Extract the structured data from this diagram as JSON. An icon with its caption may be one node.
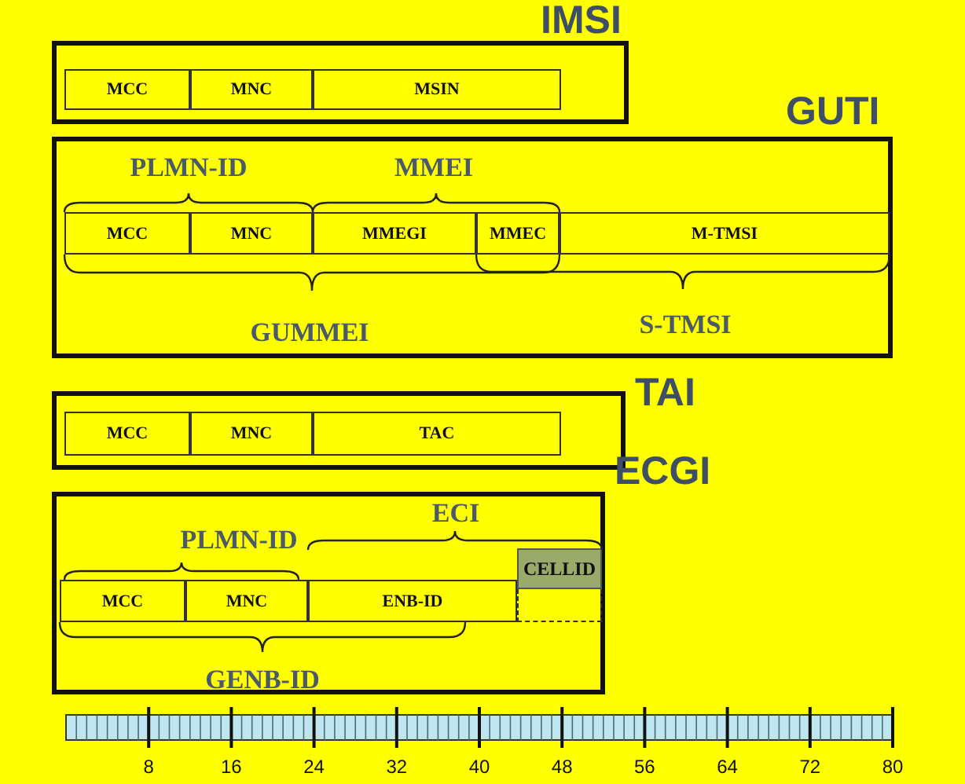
{
  "diagram": {
    "nodes": [
      {
        "text": [
          "IMSI"
        ]
      },
      {
        "text": [
          "MCC"
        ],
        "in": 0
      },
      {
        "text": [
          "MNC"
        ],
        "in": 0
      },
      {
        "text": [
          "MSIN"
        ],
        "in": 0
      },
      {
        "text": [
          "GUTI"
        ]
      },
      {
        "text": [
          "MCC"
        ],
        "in": 4
      },
      {
        "text": [
          "MNC"
        ],
        "in": 4
      },
      {
        "text": [
          "MMEGI"
        ],
        "in": 4
      },
      {
        "text": [
          "MMEC"
        ],
        "in": 4
      },
      {
        "text": [
          "M-TMSI"
        ],
        "in": 4
      },
      {
        "text": [
          "TAI"
        ]
      },
      {
        "text": [
          "MCC"
        ],
        "in": 10
      },
      {
        "text": [
          "MNC"
        ],
        "in": 10
      },
      {
        "text": [
          "TAC"
        ],
        "in": 10
      },
      {
        "text": [
          "ECGI"
        ]
      },
      {
        "text": [
          "CELLID"
        ],
        "in": 14
      },
      {
        "text": [
          "MCC"
        ],
        "in": 14
      },
      {
        "text": [
          "MNC"
        ],
        "in": 14
      },
      {
        "text": [
          "ENB-ID"
        ],
        "in": 14
      },
      {
        "text": [],
        "shape": "box",
        "in": 14
      }
    ],
    "edges": [],
    "labels": [
      "PLMN-ID",
      "MMEI",
      "GUMMEI",
      "S-TMSI",
      "ECI",
      "PLMN-ID",
      "GENB-ID",
      "8",
      "16",
      "24",
      "32",
      "40",
      "48",
      "56",
      "64",
      "72",
      "80"
    ]
  }
}
